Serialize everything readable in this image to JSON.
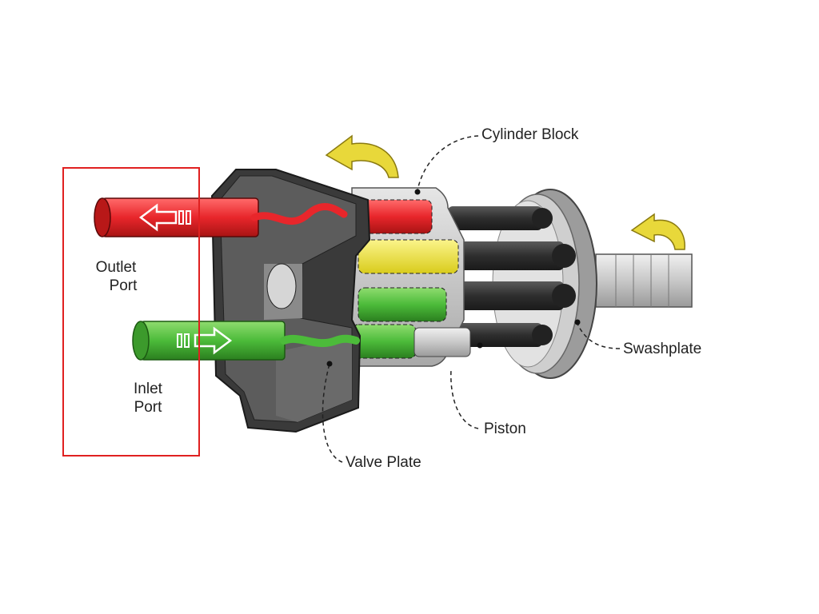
{
  "labels": {
    "cylinder_block": "Cylinder Block",
    "swashplate": "Swashplate",
    "piston": "Piston",
    "valve_plate": "Valve Plate",
    "outlet_port_line1": "Outlet",
    "outlet_port_line2": "Port",
    "inlet_port_line1": "Inlet",
    "inlet_port_line2": "Port"
  },
  "colors": {
    "outlet_flow": "#e8262b",
    "inlet_flow": "#4cbb3a",
    "piston_yellow": "#f2e632",
    "rotation_arrow": "#e8d83a",
    "highlight_box": "#e02020",
    "housing_dark": "#3a3a3a",
    "housing_mid": "#8a8a8a",
    "housing_light": "#d4d4d4"
  },
  "icons": {
    "rotation_arrow_block": "curved-arrow-icon",
    "rotation_arrow_shaft": "curved-arrow-icon",
    "outlet_flow_arrow": "arrow-left-icon",
    "inlet_flow_arrow": "arrow-right-icon"
  }
}
